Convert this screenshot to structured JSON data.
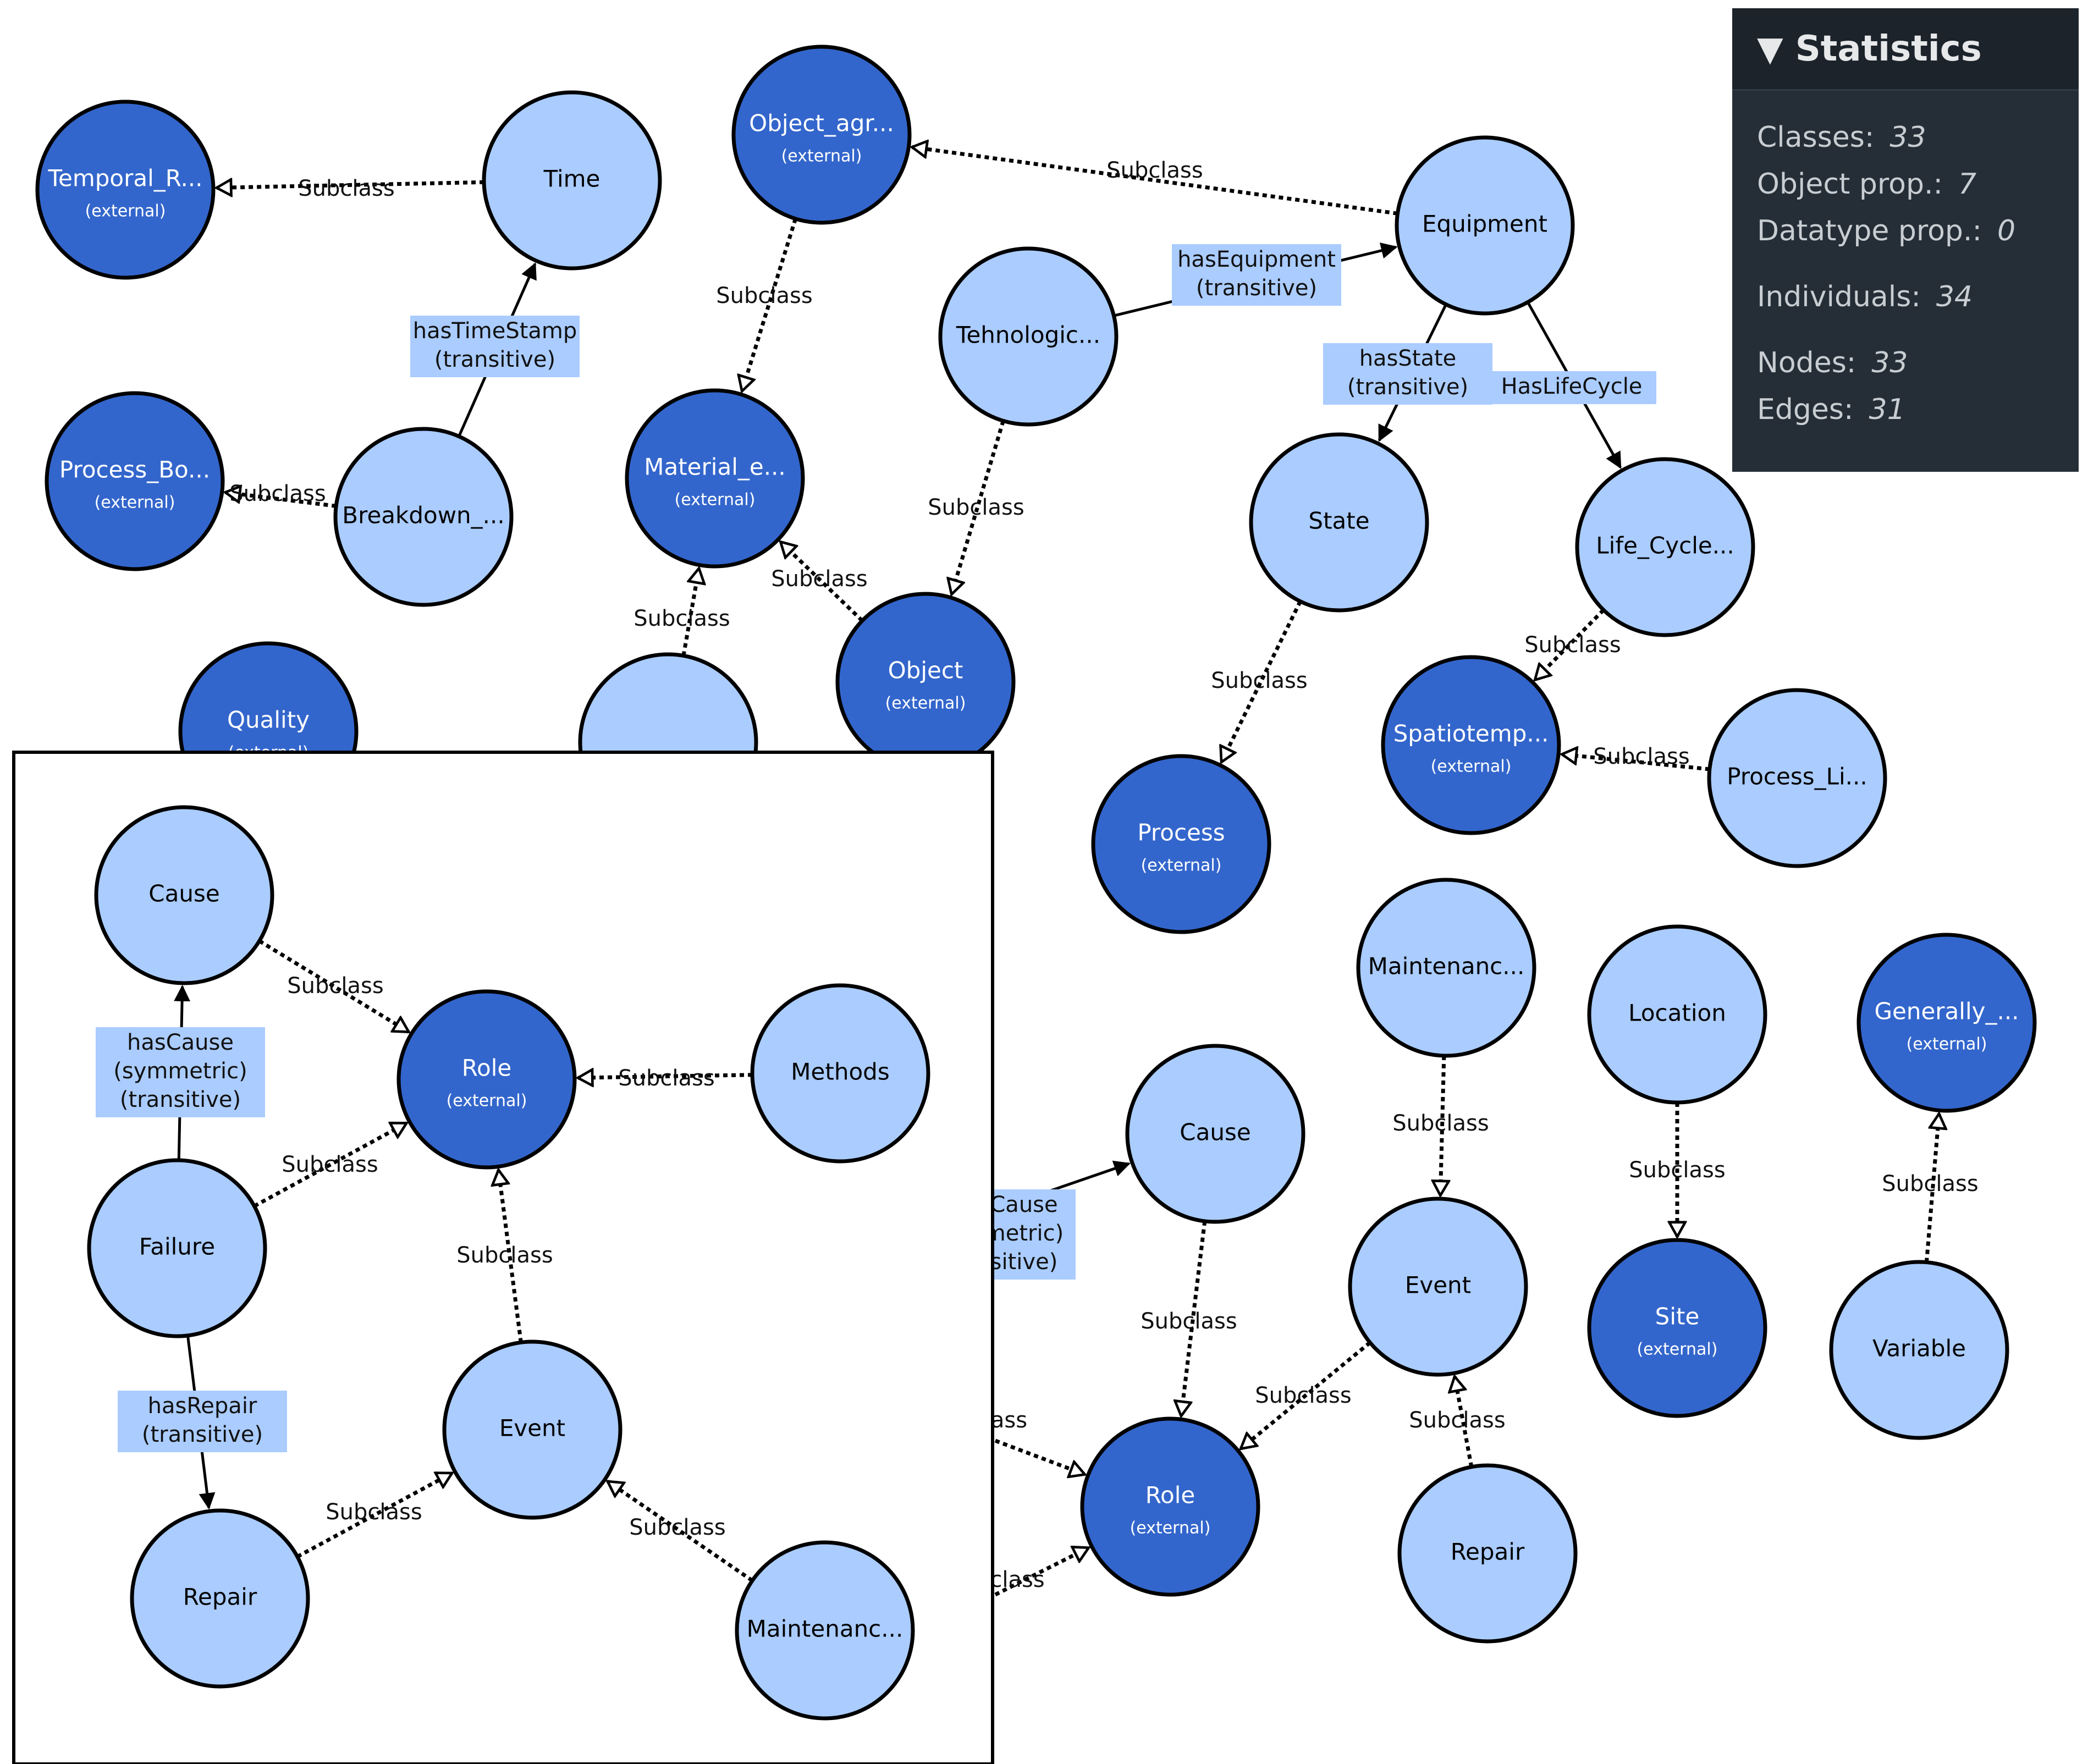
{
  "statistics": {
    "title": "Statistics",
    "rows": [
      {
        "label": "Classes:",
        "value": "33"
      },
      {
        "label": "Object prop.:",
        "value": "7"
      },
      {
        "label": "Datatype prop.:",
        "value": "0"
      },
      {
        "label": "Individuals:",
        "value": "34"
      },
      {
        "label": "Nodes:",
        "value": "33"
      },
      {
        "label": "Edges:",
        "value": "31"
      }
    ]
  },
  "external_tag": "(external)",
  "diagram": {
    "nodes": [
      {
        "id": "temporal",
        "label": "Temporal_R...",
        "external": true
      },
      {
        "id": "time",
        "label": "Time",
        "external": false
      },
      {
        "id": "objagr",
        "label": "Object_agr...",
        "external": true
      },
      {
        "id": "equipment",
        "label": "Equipment",
        "external": false
      },
      {
        "id": "tehno",
        "label": "Tehnologic...",
        "external": false
      },
      {
        "id": "processbo",
        "label": "Process_Bo...",
        "external": true
      },
      {
        "id": "breakdown",
        "label": "Breakdown_...",
        "external": false
      },
      {
        "id": "material",
        "label": "Material_e...",
        "external": true
      },
      {
        "id": "object",
        "label": "Object",
        "external": true
      },
      {
        "id": "state",
        "label": "State",
        "external": false
      },
      {
        "id": "lifecycle",
        "label": "Life_Cycle...",
        "external": false
      },
      {
        "id": "quality",
        "label": "Quality",
        "external": true
      },
      {
        "id": "hiddenmat",
        "label": "",
        "external": false
      },
      {
        "id": "spatio",
        "label": "Spatiotemp...",
        "external": true
      },
      {
        "id": "processli",
        "label": "Process_Li...",
        "external": false
      },
      {
        "id": "process",
        "label": "Process",
        "external": true
      },
      {
        "id": "maint2",
        "label": "Maintenanc...",
        "external": false
      },
      {
        "id": "location",
        "label": "Location",
        "external": false
      },
      {
        "id": "generally",
        "label": "Generally_...",
        "external": true
      },
      {
        "id": "cause2",
        "label": "Cause",
        "external": false
      },
      {
        "id": "event2",
        "label": "Event",
        "external": false
      },
      {
        "id": "site",
        "label": "Site",
        "external": true
      },
      {
        "id": "variable",
        "label": "Variable",
        "external": false
      },
      {
        "id": "role2",
        "label": "Role",
        "external": true
      },
      {
        "id": "repair2",
        "label": "Repair",
        "external": false
      }
    ],
    "edges": [
      {
        "from": "time",
        "to": "temporal",
        "type": "subclass",
        "label": "Subclass"
      },
      {
        "from": "equipment",
        "to": "objagr",
        "type": "subclass",
        "label": "Subclass"
      },
      {
        "from": "objagr",
        "to": "material",
        "type": "subclass",
        "label": "Subclass"
      },
      {
        "from": "tehno",
        "to": "equipment",
        "type": "property",
        "label": "hasEquipment\n(transitive)"
      },
      {
        "from": "tehno",
        "to": "object",
        "type": "subclass",
        "label": "Subclass"
      },
      {
        "from": "breakdown",
        "to": "time",
        "type": "property",
        "label": "hasTimeStamp\n(transitive)"
      },
      {
        "from": "breakdown",
        "to": "processbo",
        "type": "subclass",
        "label": "Subclass"
      },
      {
        "from": "object",
        "to": "material",
        "type": "subclass",
        "label": "Subclass"
      },
      {
        "from": "hiddenmat",
        "to": "material",
        "type": "subclass",
        "label": "Subclass"
      },
      {
        "from": "equipment",
        "to": "state",
        "type": "property",
        "label": "hasState\n(transitive)"
      },
      {
        "from": "equipment",
        "to": "lifecycle",
        "type": "property",
        "label": "HasLifeCycle"
      },
      {
        "from": "state",
        "to": "process",
        "type": "subclass",
        "label": "Subclass"
      },
      {
        "from": "lifecycle",
        "to": "spatio",
        "type": "subclass",
        "label": "Subclass"
      },
      {
        "from": "processli",
        "to": "spatio",
        "type": "subclass",
        "label": "Subclass"
      },
      {
        "from": "maint2",
        "to": "event2",
        "type": "subclass",
        "label": "Subclass"
      },
      {
        "from": "location",
        "to": "site",
        "type": "subclass",
        "label": "Subclass"
      },
      {
        "from": "variable",
        "to": "generally",
        "type": "subclass",
        "label": "Subclass"
      },
      {
        "from": "cause2",
        "to": "role2",
        "type": "subclass",
        "label": "Subclass"
      },
      {
        "from": "event2",
        "to": "role2",
        "type": "subclass",
        "label": "Subclass"
      },
      {
        "from": "repair2",
        "to": "event2",
        "type": "subclass",
        "label": "Subclass"
      },
      {
        "from": "failure_hidden",
        "to": "cause2",
        "type": "property",
        "label": "Cause\nmetric)\nsitive)"
      },
      {
        "from": "left_hidden1",
        "to": "role2",
        "type": "subclass",
        "label": "ass"
      },
      {
        "from": "left_hidden2",
        "to": "role2",
        "type": "subclass",
        "label": "class"
      }
    ]
  },
  "inset": {
    "nodes": [
      {
        "id": "i_cause",
        "label": "Cause",
        "external": false
      },
      {
        "id": "i_role",
        "label": "Role",
        "external": true
      },
      {
        "id": "i_methods",
        "label": "Methods",
        "external": false
      },
      {
        "id": "i_failure",
        "label": "Failure",
        "external": false
      },
      {
        "id": "i_event",
        "label": "Event",
        "external": false
      },
      {
        "id": "i_repair",
        "label": "Repair",
        "external": false
      },
      {
        "id": "i_maint",
        "label": "Maintenanc...",
        "external": false
      }
    ],
    "edges": [
      {
        "from": "i_cause",
        "to": "i_role",
        "type": "subclass",
        "label": "Subclass"
      },
      {
        "from": "i_methods",
        "to": "i_role",
        "type": "subclass",
        "label": "Subclass"
      },
      {
        "from": "i_failure",
        "to": "i_role",
        "type": "subclass",
        "label": "Subclass"
      },
      {
        "from": "i_failure",
        "to": "i_cause",
        "type": "property",
        "label": "hasCause\n(symmetric)\n(transitive)"
      },
      {
        "from": "i_event",
        "to": "i_role",
        "type": "subclass",
        "label": "Subclass"
      },
      {
        "from": "i_failure",
        "to": "i_repair",
        "type": "property",
        "label": "hasRepair\n(transitive)"
      },
      {
        "from": "i_repair",
        "to": "i_event",
        "type": "subclass",
        "label": "Subclass"
      },
      {
        "from": "i_maint",
        "to": "i_event",
        "type": "subclass",
        "label": "Subclass"
      }
    ]
  }
}
